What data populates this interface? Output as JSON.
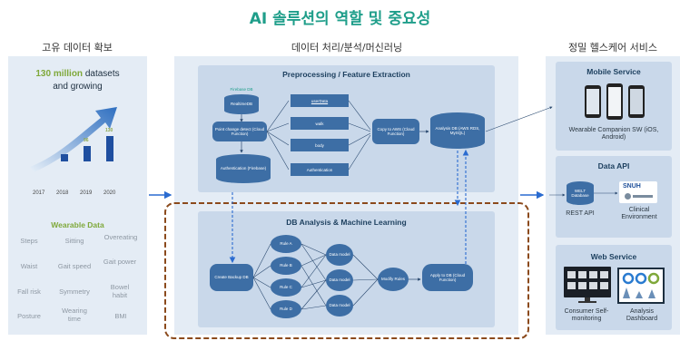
{
  "title": "AI 솔루션의 역할 및 중요성",
  "sections": {
    "left": "고유 데이터 확보",
    "middle": "데이터 처리/분석/머신러닝",
    "right": "정밀 헬스케어 서비스"
  },
  "datasets": {
    "highlight": "130 million",
    "rest": " datasets",
    "line2": "and growing",
    "years": [
      "2017",
      "2018",
      "2019",
      "2020"
    ],
    "bar_values": [
      "",
      "",
      "96",
      "130"
    ]
  },
  "wearable": {
    "title": "Wearable Data",
    "items": [
      "Steps",
      "Sitting",
      "Overeating",
      "Waist",
      "Gait speed",
      "Gait power",
      "Fall risk",
      "Symmetry",
      "Bowel habit",
      "Posture",
      "Wearing time",
      "BMI"
    ]
  },
  "preprocessing": {
    "title": "Preprocessing / Feature Extraction",
    "firebase_label": "Firebase DB",
    "realtime_db": "RealtimeDB",
    "pill_change": "Point change detect (Cloud Function)",
    "auth": "Authentication (Firebase)",
    "userdata": "userData",
    "walk": "walk",
    "body": "body",
    "authentication": "Authentication",
    "copy_aws": "Copy to AWS (Cloud Function)",
    "analysis_db": "Analysis DB (AWS RDS, MySQL)"
  },
  "ml": {
    "title": "DB Analysis & Machine Learning",
    "create_backup": "Create Backup DB",
    "rules": [
      "Rule A",
      "Rule B",
      "Rule C",
      "Rule D"
    ],
    "data_model": "Data model",
    "modify_rules": "Modify Rules",
    "apply_db": "Apply to DB (Cloud Function)"
  },
  "services": {
    "mobile_title": "Mobile Service",
    "mobile_text": "Wearable Companion SW (iOS, Android)",
    "data_api_title": "Data API",
    "welt_db": "WELT Database",
    "rest_api": "REST API",
    "snuh": "SNUH",
    "clinical": "Clinical Environment",
    "web_title": "Web Service",
    "consumer": "Consumer Self-monitoring",
    "analysis_dash": "Analysis Dashboard"
  },
  "colors": {
    "title": "#1f9e8a",
    "panel": "#e4ecf5",
    "node": "#3d6ea5",
    "dashed_border": "#8b4a1c",
    "arrow": "#2a6bd0"
  }
}
